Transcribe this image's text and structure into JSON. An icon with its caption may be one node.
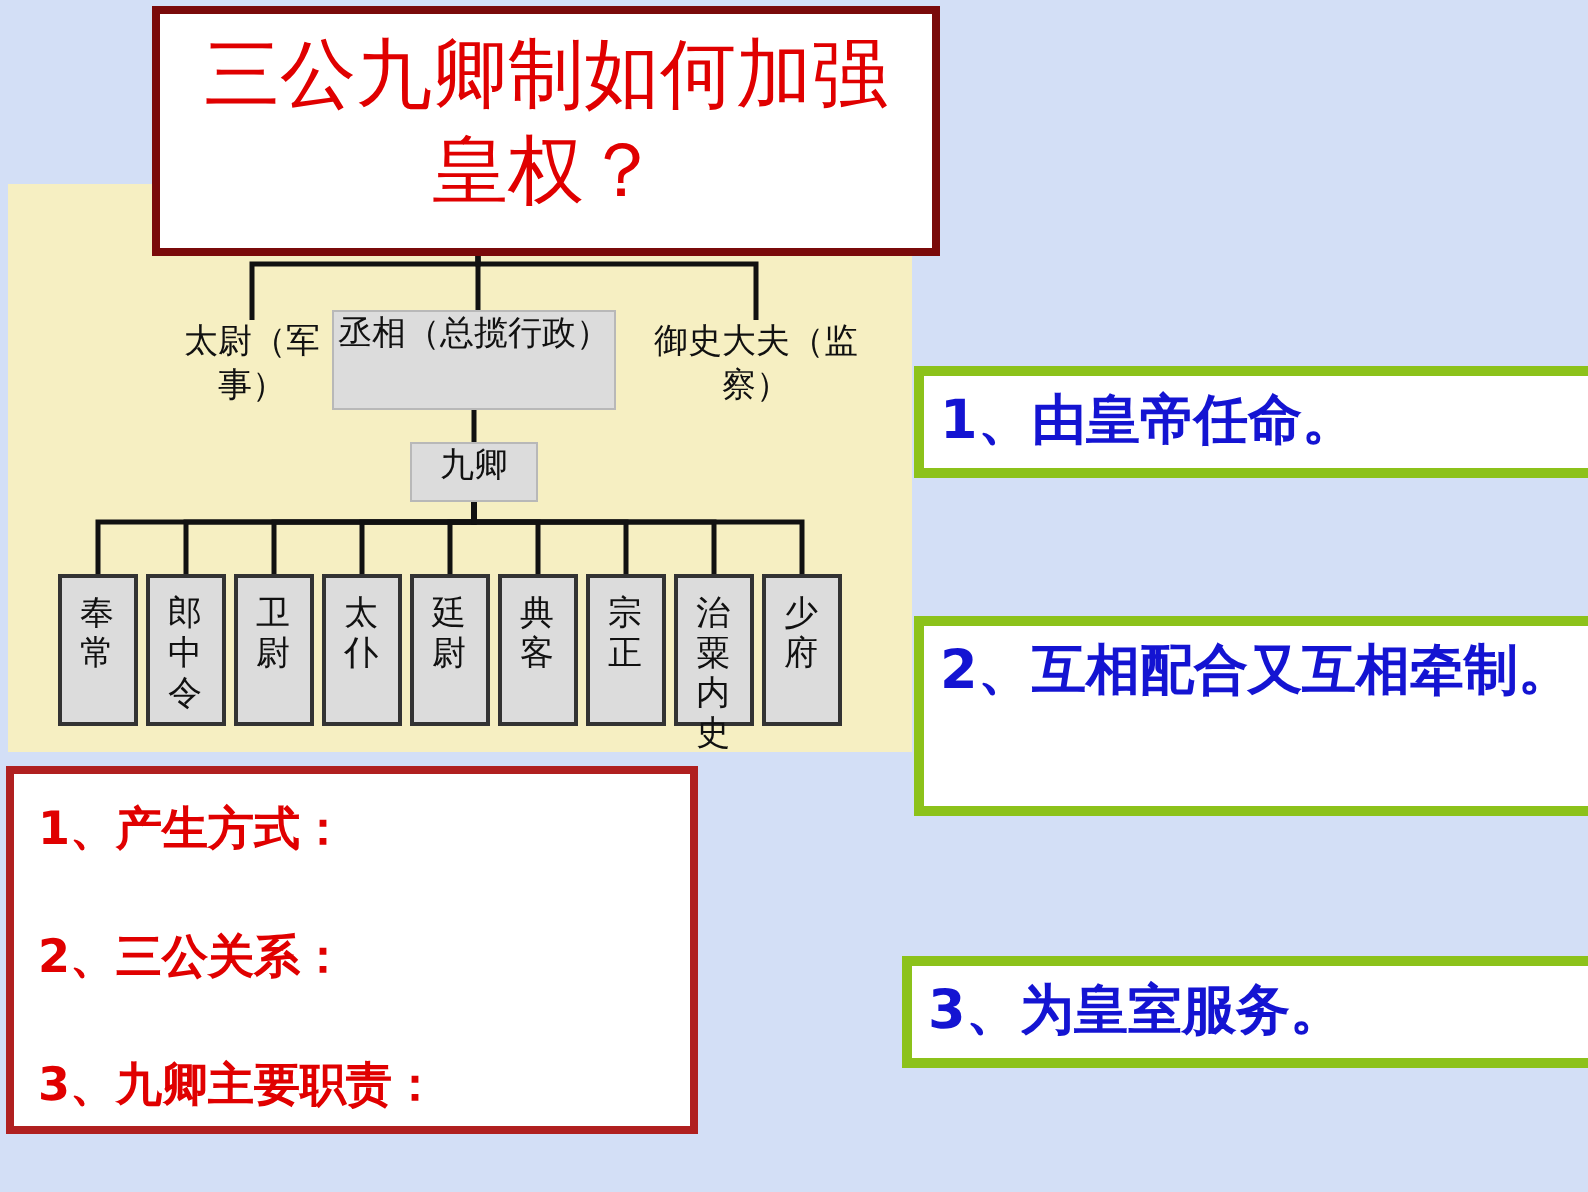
{
  "diagram": {
    "nodes": [
      {
        "text": [
          "三公九卿制如何加强皇权？"
        ]
      },
      {
        "text": [
          "太尉（军事）"
        ]
      },
      {
        "text": [
          "丞相（总揽行政）"
        ]
      },
      {
        "text": [
          "御史大夫（监察）"
        ]
      },
      {
        "text": [
          "九卿"
        ]
      },
      {
        "text": [
          "奉常"
        ]
      },
      {
        "text": [
          "郎中令"
        ]
      },
      {
        "text": [
          "卫尉"
        ]
      },
      {
        "text": [
          "太仆"
        ]
      },
      {
        "text": [
          "廷尉"
        ]
      },
      {
        "text": [
          "典客"
        ]
      },
      {
        "text": [
          "宗正"
        ]
      },
      {
        "text": [
          "治粟内史"
        ]
      },
      {
        "text": [
          "少府"
        ]
      },
      {
        "text": [
          "1、产生方式：",
          "2、三公关系：",
          "3、九卿主要职责："
        ]
      },
      {
        "text": [
          "1、由皇帝任命。"
        ]
      },
      {
        "text": [
          "2、互相配合又互相牵制。"
        ]
      },
      {
        "text": [
          "3、为皇室服务。"
        ]
      }
    ],
    "edges": [
      {
        "from": 0,
        "to": 1,
        "arrow": "none"
      },
      {
        "from": 0,
        "to": 2,
        "arrow": "none"
      },
      {
        "from": 0,
        "to": 3,
        "arrow": "none"
      },
      {
        "from": 2,
        "to": 4,
        "arrow": "none"
      },
      {
        "from": 4,
        "to": 5,
        "arrow": "none"
      },
      {
        "from": 4,
        "to": 6,
        "arrow": "none"
      },
      {
        "from": 4,
        "to": 7,
        "arrow": "none"
      },
      {
        "from": 4,
        "to": 8,
        "arrow": "none"
      },
      {
        "from": 4,
        "to": 9,
        "arrow": "none"
      },
      {
        "from": 4,
        "to": 10,
        "arrow": "none"
      },
      {
        "from": 4,
        "to": 11,
        "arrow": "none"
      },
      {
        "from": 4,
        "to": 12,
        "arrow": "none"
      },
      {
        "from": 4,
        "to": 13,
        "arrow": "none"
      }
    ]
  }
}
